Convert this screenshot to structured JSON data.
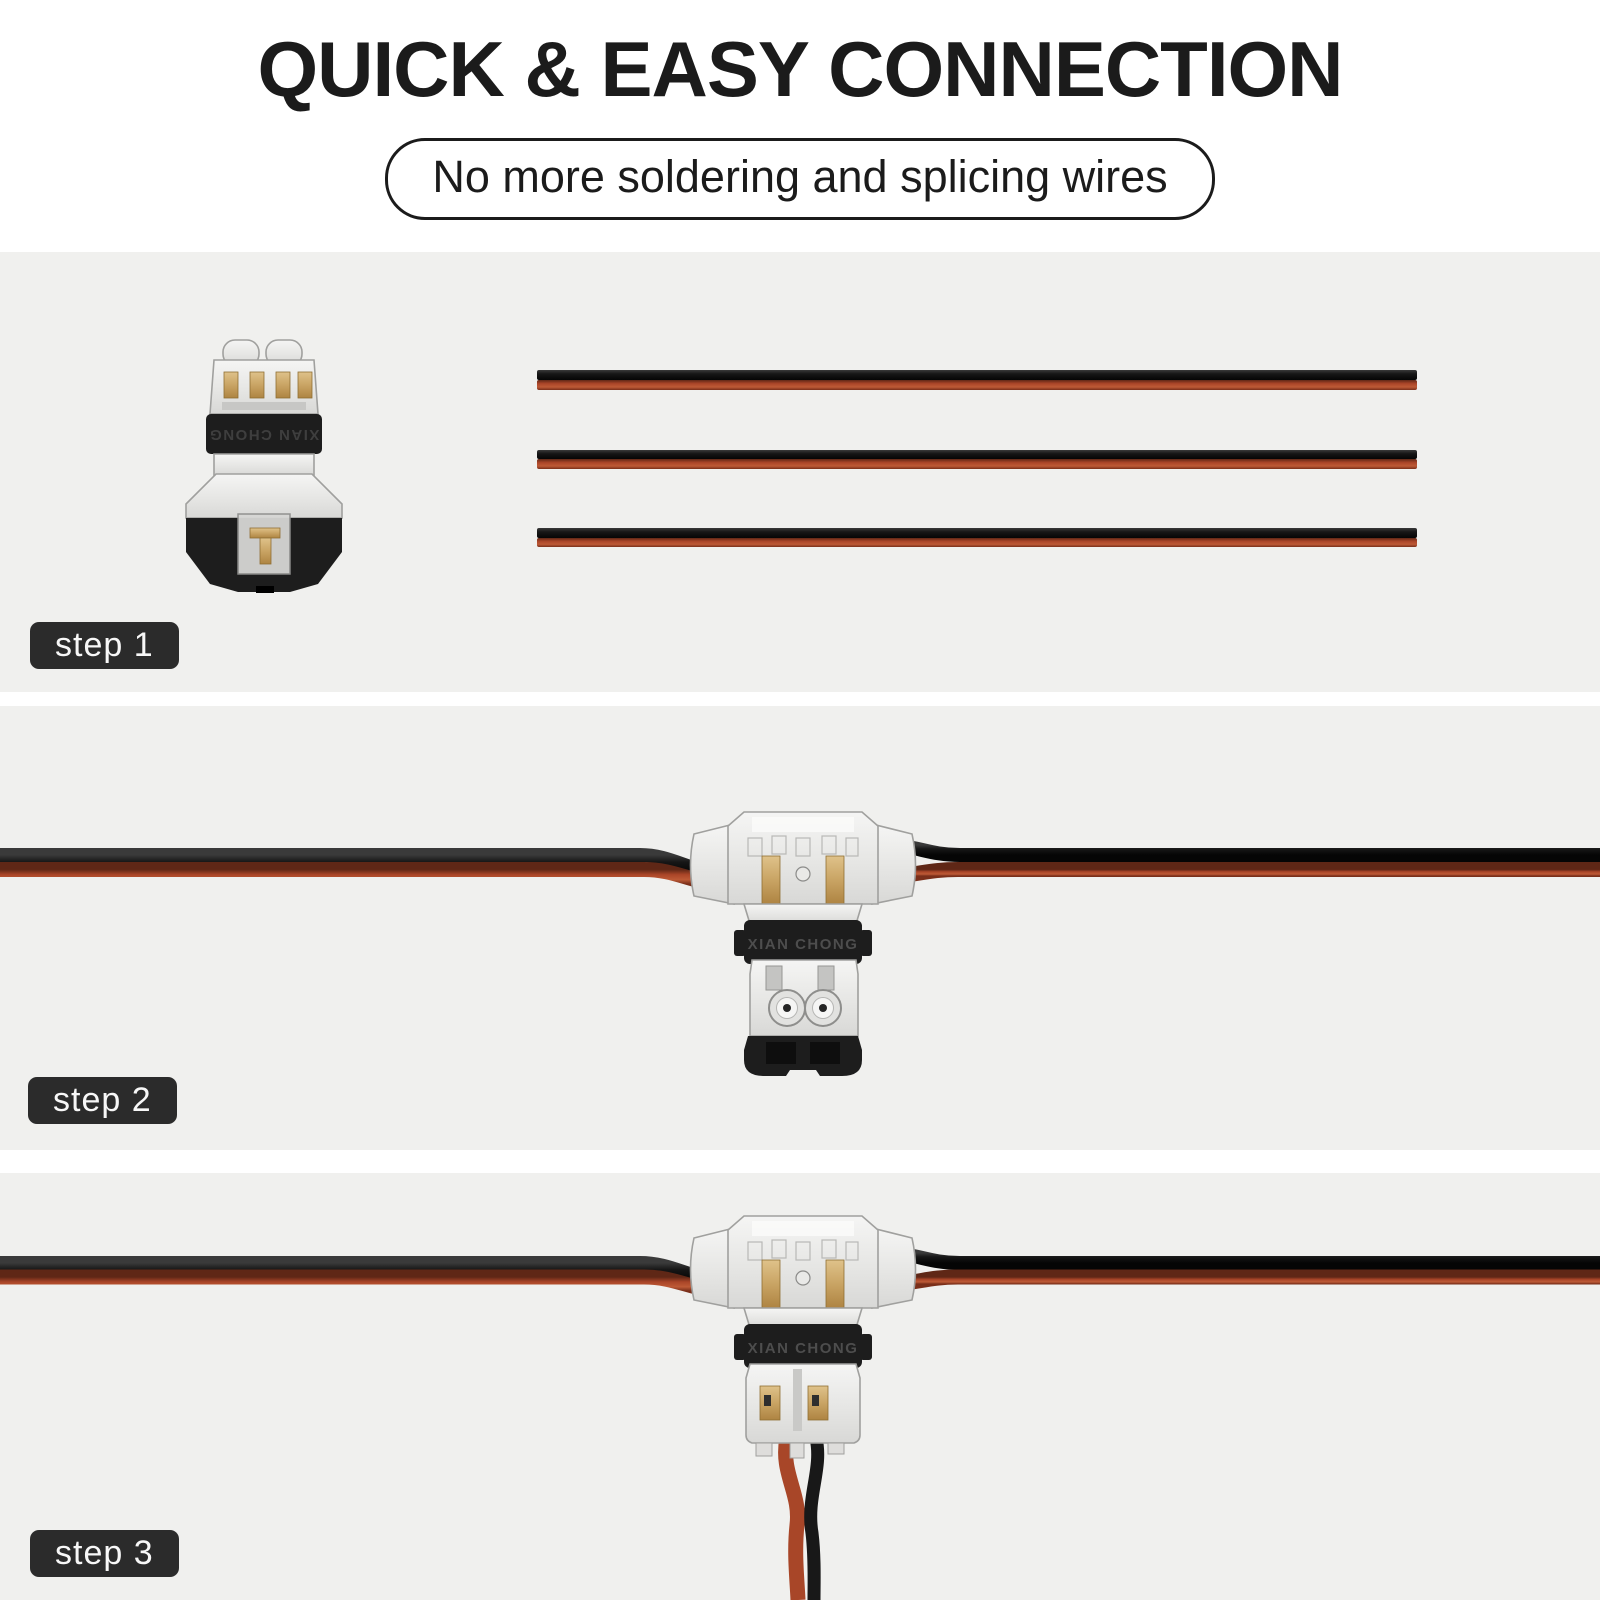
{
  "header": {
    "title": "QUICK & EASY CONNECTION",
    "subtitle": "No more soldering and splicing wires"
  },
  "steps": [
    {
      "label": "step 1"
    },
    {
      "label": "step 2"
    },
    {
      "label": "step 3"
    }
  ],
  "connector": {
    "brand_text": "XIAN CHONG"
  },
  "colors": {
    "page_bg": "#ffffff",
    "panel_bg": "#f0f0ee",
    "title_text": "#1b1b1b",
    "pill_border": "#1b1b1b",
    "pill_text": "#1b1b1b",
    "label_bg": "#2b2b2b",
    "label_text": "#f7f7f7",
    "wire_black": "#181818",
    "wire_red": "#b04b2c",
    "gold": "#c9a464",
    "plastic_light": "#f5f5f4",
    "plastic_dark": "#d8d8d6",
    "plastic_stroke": "#a0a09e",
    "connector_black": "#1d1d1d",
    "brand_emboss": "#4d4d4d"
  }
}
